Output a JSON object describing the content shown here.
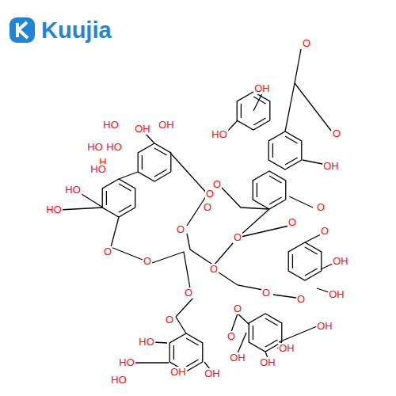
{
  "diagram": {
    "labels": [
      "Kuujia",
      "OH",
      "HO",
      "O",
      "O",
      "OH",
      "O",
      "O",
      "O",
      "O",
      "HO",
      "OH",
      "HO",
      "H",
      "HO",
      "HO",
      "HO",
      "OH",
      "HO",
      "O",
      "O",
      "O",
      "O",
      "O",
      "O",
      "O",
      "O",
      "O",
      "O",
      "O",
      "O",
      "OH",
      "OH",
      "OH",
      "OH",
      "HO",
      "HO",
      "HO",
      "OH",
      "OH",
      "OH",
      "OH",
      "O"
    ]
  }
}
